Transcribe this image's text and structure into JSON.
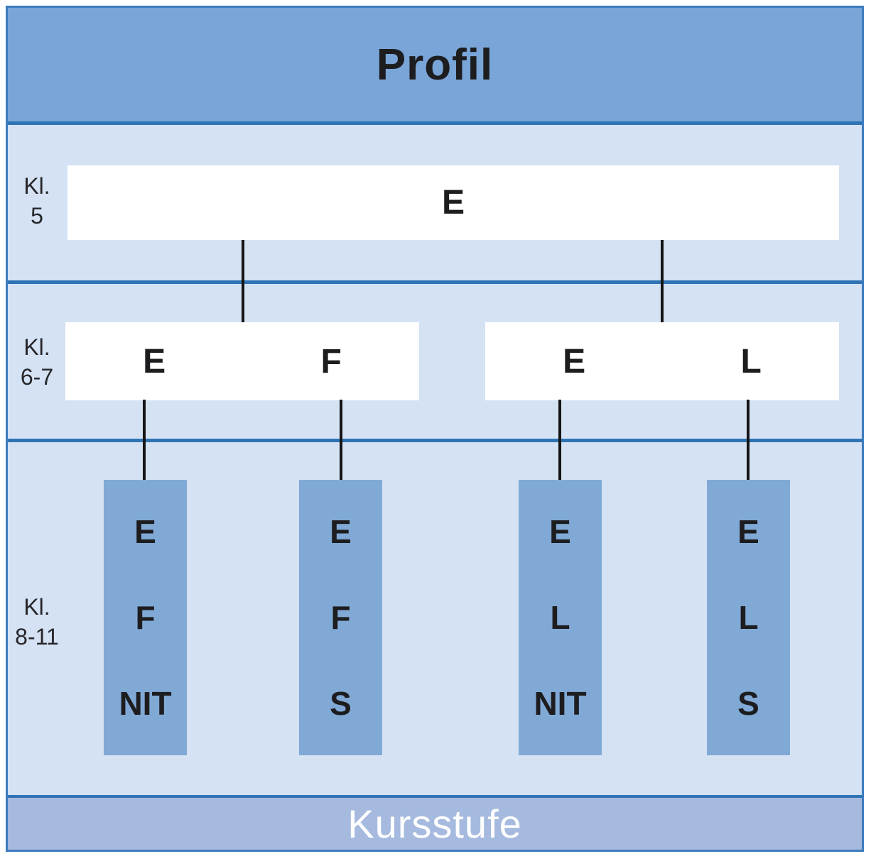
{
  "diagram": {
    "title": "Profil",
    "footer": "Kursstufe",
    "row_labels": [
      {
        "line1": "Kl.",
        "line2": "5"
      },
      {
        "line1": "Kl.",
        "line2": "6-7"
      },
      {
        "line1": "Kl.",
        "line2": "8-11"
      }
    ],
    "level1": {
      "subjects": [
        "E"
      ]
    },
    "level2": {
      "boxes": [
        {
          "subjects": [
            "E",
            "F"
          ]
        },
        {
          "subjects": [
            "E",
            "L"
          ]
        }
      ]
    },
    "level3": {
      "columns": [
        {
          "subjects": [
            "E",
            "F",
            "NIT"
          ]
        },
        {
          "subjects": [
            "E",
            "F",
            "S"
          ]
        },
        {
          "subjects": [
            "E",
            "L",
            "NIT"
          ]
        },
        {
          "subjects": [
            "E",
            "L",
            "S"
          ]
        }
      ]
    }
  },
  "colors": {
    "frame_border": "#3d7cc0",
    "header_bg": "#79a5d8",
    "body_bg": "#d4e2f4",
    "divider_blue": "#2e74b5",
    "column_bg": "#81a9d6",
    "footer_bg": "#a5bade",
    "box_bg": "#ffffff",
    "text_dark": "#1d1d20",
    "text_white": "#ffffff",
    "connector_color": "#151515"
  }
}
